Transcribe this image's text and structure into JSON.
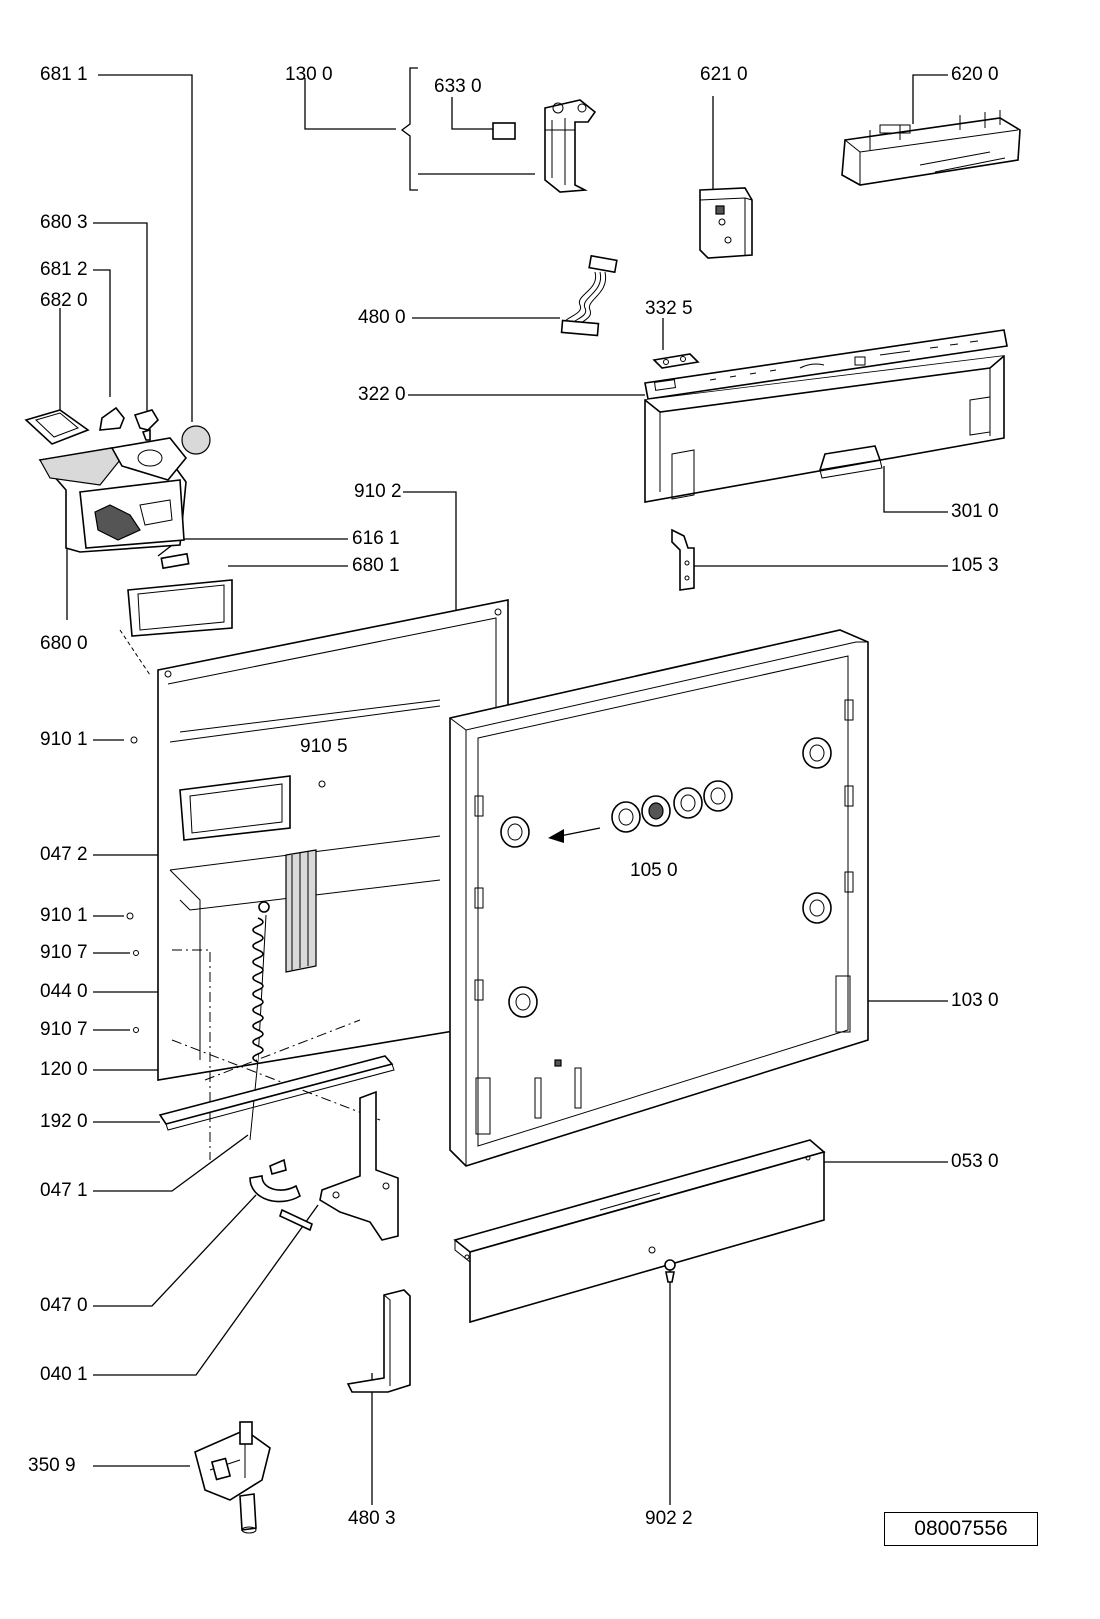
{
  "document_number": "08007556",
  "labels": {
    "l6811": "681 1",
    "l1300": "130 0",
    "l6330": "633 0",
    "l6210": "621 0",
    "l6200": "620 0",
    "l6803": "680 3",
    "l6812": "681 2",
    "l6820": "682 0",
    "l4800": "480 0",
    "l3325": "332 5",
    "l3220": "322 0",
    "l9102": "910 2",
    "l3010": "301 0",
    "l6161": "616 1",
    "l6801": "680 1",
    "l1053": "105 3",
    "l6800": "680 0",
    "l9101a": "910 1",
    "l9105": "910 5",
    "l0472": "047 2",
    "l1050": "105 0",
    "l9101b": "910 1",
    "l9107a": "910 7",
    "l0440": "044 0",
    "l9107b": "910 7",
    "l1030": "103 0",
    "l1200": "120 0",
    "l1920": "192 0",
    "l0530": "053 0",
    "l0471": "047 1",
    "l0470": "047 0",
    "l0401": "040 1",
    "l3509": "350 9",
    "l4803": "480 3",
    "l9022": "902 2"
  }
}
